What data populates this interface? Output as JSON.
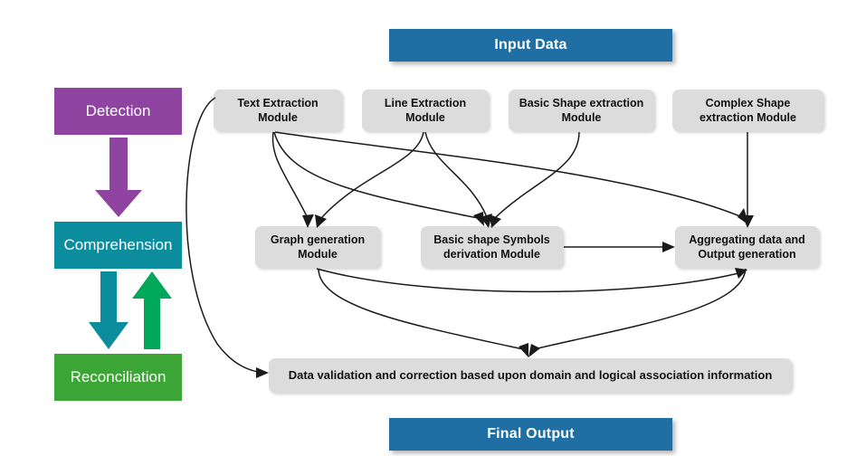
{
  "diagram": {
    "title_banner": "Input Data",
    "footer_banner": "Final Output",
    "colors": {
      "banner": "#1F6FA5",
      "detection": "#8E44A0",
      "comprehension": "#0C8D9E",
      "reconciliation": "#3BA536",
      "up_arrow_green": "#00A859",
      "module_fill": "#DCDCDC",
      "connector": "#1a1a1a"
    },
    "stages": [
      {
        "id": "detection",
        "label": "Detection"
      },
      {
        "id": "comprehension",
        "label": "Comprehension"
      },
      {
        "id": "reconciliation",
        "label": "Reconciliation"
      }
    ],
    "extraction_modules": [
      {
        "id": "text-extraction",
        "label": "Text Extraction Module"
      },
      {
        "id": "line-extraction",
        "label": "Line Extraction Module"
      },
      {
        "id": "basic-shape-extraction",
        "label": "Basic Shape extraction Module"
      },
      {
        "id": "complex-shape-extraction",
        "label": "Complex Shape extraction Module"
      }
    ],
    "processing_modules": [
      {
        "id": "graph-generation",
        "label": "Graph generation Module"
      },
      {
        "id": "basic-shape-symbols",
        "label": "Basic shape Symbols derivation Module"
      },
      {
        "id": "aggregating-data-output",
        "label": "Aggregating data and Output generation"
      }
    ],
    "validation_bar": "Data validation and correction based upon domain and logical association information"
  }
}
